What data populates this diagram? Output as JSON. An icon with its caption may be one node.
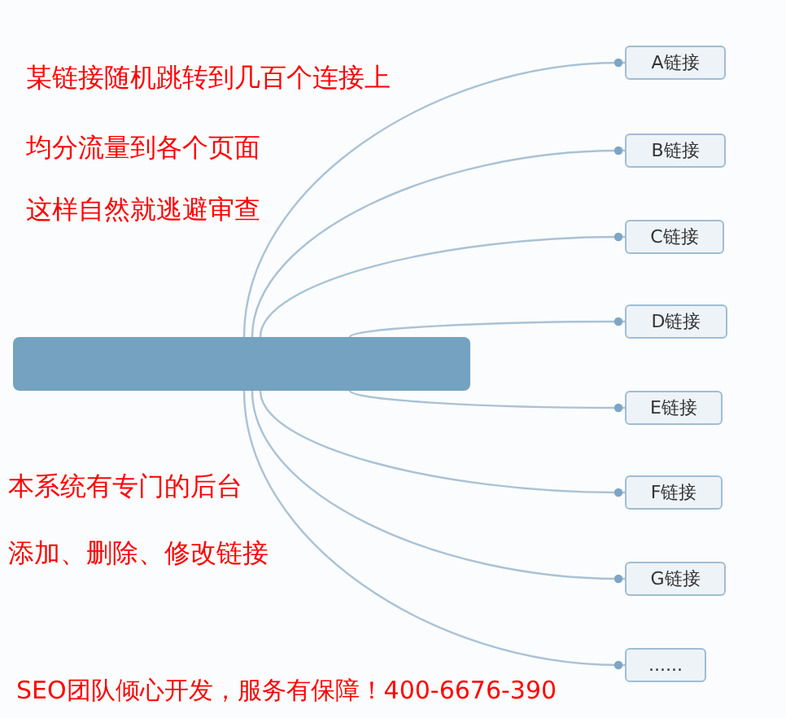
{
  "diagram": {
    "nodes": [
      {
        "text": [],
        "shape": "box"
      },
      {
        "text": [
          "A链接"
        ]
      },
      {
        "text": [
          "B链接"
        ]
      },
      {
        "text": [
          "C链接"
        ]
      },
      {
        "text": [
          "D链接"
        ]
      },
      {
        "text": [
          "E链接"
        ]
      },
      {
        "text": [
          "F链接"
        ]
      },
      {
        "text": [
          "G链接"
        ]
      },
      {
        "text": [
          "......"
        ]
      }
    ],
    "edges": [
      {
        "from": 0,
        "to": 1,
        "arrow": "other"
      },
      {
        "from": 0,
        "to": 2,
        "arrow": "other"
      },
      {
        "from": 0,
        "to": 3,
        "arrow": "other"
      },
      {
        "from": 0,
        "to": 4,
        "arrow": "other"
      },
      {
        "from": 0,
        "to": 5,
        "arrow": "other"
      },
      {
        "from": 0,
        "to": 6,
        "arrow": "other"
      },
      {
        "from": 0,
        "to": 7,
        "arrow": "other"
      },
      {
        "from": 0,
        "to": 8,
        "arrow": "other"
      }
    ],
    "labels": [
      "某链接随机跳转到几百个连接上",
      "均分流量到各个页面",
      "这样自然就逃避审查",
      "本系统有专门的后台",
      "添加、删除、修改链接",
      "SEO团队倾心开发，服务有保障！400-6676-390"
    ]
  }
}
